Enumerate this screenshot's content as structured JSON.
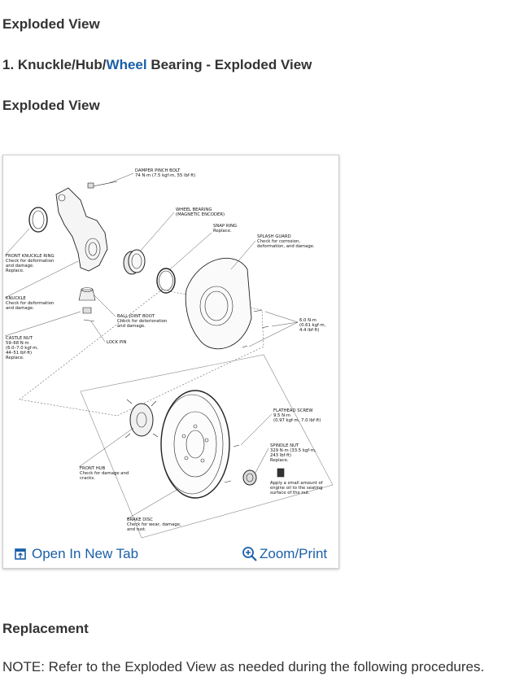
{
  "headings": {
    "h1": "Exploded View",
    "h2_prefix": "1. Knuckle/Hub/",
    "h2_link": "Wheel",
    "h2_suffix": " Bearing - Exploded View",
    "h3": "Exploded View",
    "h4": "Replacement"
  },
  "figure": {
    "labels": {
      "damper_1": "DAMPER PINCH BOLT",
      "damper_2": "74 N·m (7.5 kgf·m, 55 lbf·ft)",
      "wb_1": "WHEEL BEARING",
      "wb_2": "(MAGNETIC ENCODER)",
      "snap_1": "SNAP RING",
      "snap_2": "Replace.",
      "splash_1": "SPLASH GUARD",
      "splash_2": "Check for corrosion,",
      "splash_3": "deformation, and damage.",
      "fkr_1": "FRONT KNUCKLE RING",
      "fkr_2": "Check for deformation",
      "fkr_3": "and damage.",
      "fkr_4": "Replace.",
      "knuckle_1": "KNUCKLE",
      "knuckle_2": "Check for deformation",
      "knuckle_3": "and damage.",
      "torque6_1": "6.0 N·m",
      "torque6_2": "(0.61 kgf·m,",
      "torque6_3": "4.4 lbf·ft)",
      "bjb_1": "BALL JOINT BOOT",
      "bjb_2": "Check for deterioration",
      "bjb_3": "and damage.",
      "castle_1": "CASTLE NUT",
      "castle_2": "59–68 N·m",
      "castle_3": "(6.0–7.0 kgf·m,",
      "castle_4": "44–51 lbf·ft)",
      "castle_5": "Replace.",
      "lockpin": "LOCK PIN",
      "flat_1": "FLATHEAD SCREW",
      "flat_2": "9.5 N·m",
      "flat_3": "(0.97 kgf·m, 7.0 lbf·ft)",
      "spindle_1": "SPINDLE NUT",
      "spindle_2": "329 N·m (33.5 kgf·m,",
      "spindle_3": "243 lbf·ft)",
      "spindle_4": "Replace.",
      "oil_1": "Apply a small amount of",
      "oil_2": "engine oil to the seating",
      "oil_3": "surface of the nut.",
      "hub_1": "FRONT HUB",
      "hub_2": "Check for damage and",
      "hub_3": "cracks.",
      "disc_1": "BRAKE DISC",
      "disc_2": "Check for wear, damage,",
      "disc_3": "and rust."
    },
    "open_tab": "Open In New Tab",
    "zoom_print": "Zoom/Print"
  },
  "note": "NOTE: Refer to the Exploded View as needed during the following procedures.",
  "colors": {
    "accent": "#1a5fa8",
    "text": "#333333"
  }
}
